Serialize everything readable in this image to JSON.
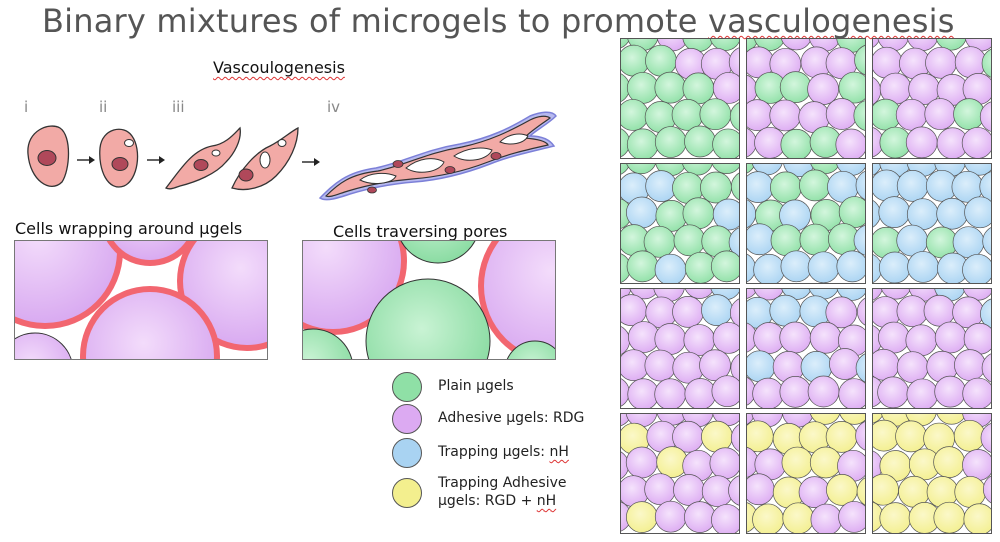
{
  "title": {
    "prefix": "Binary mixtures of microgels to promote ",
    "underlined": "vasculogenesis"
  },
  "vasculogenesis": {
    "heading": "Vascoulogenesis",
    "steps": [
      "i",
      "ii",
      "iii",
      "iv"
    ]
  },
  "panels": {
    "wrapping": {
      "caption": "Cells wrapping around µgels"
    },
    "traversing": {
      "caption": "Cells traversing pores"
    }
  },
  "legend": [
    {
      "label": "Plain µgels",
      "color": "#8fe0a6"
    },
    {
      "label": "Adhesive µgels: RDG",
      "color": "#dcaaf2"
    },
    {
      "label_pre": "Trapping µgels: ",
      "label_ul": "nH",
      "color": "#a9d3f2"
    },
    {
      "label_line1": "Trapping Adhesive",
      "label_line2_pre": "µgels: RGD + ",
      "label_line2_ul": "nH",
      "color": "#f3ef8e"
    }
  ],
  "colors": {
    "plain": "#8fe0a6",
    "adhesive": "#dcaaf2",
    "trapping": "#a9d3f2",
    "trapping_adhesive": "#f3ef8e",
    "cell": "#f2aaa6",
    "cell_edge": "#333333",
    "cell_membrane": "#f26670",
    "nucleus": "#b0485a"
  },
  "mixture_grid": {
    "rows": [
      {
        "a": "plain",
        "b": "adhesive",
        "mixes": [
          0.2,
          0.5,
          0.85
        ]
      },
      {
        "a": "plain",
        "b": "trapping",
        "mixes": [
          0.2,
          0.55,
          0.9
        ]
      },
      {
        "a": "adhesive",
        "b": "trapping",
        "mixes": [
          0.1,
          0.45,
          0.05
        ]
      },
      {
        "a": "adhesive",
        "b": "trapping_adhesive",
        "mixes": [
          0.2,
          0.55,
          0.85
        ]
      }
    ]
  }
}
